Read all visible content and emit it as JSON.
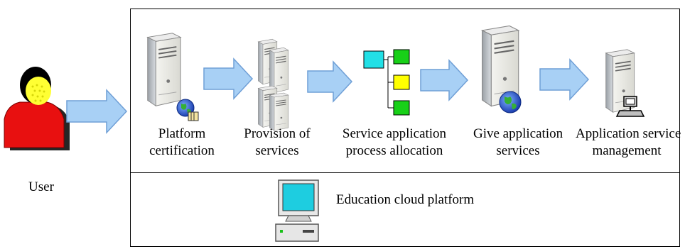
{
  "user": {
    "label": "User"
  },
  "steps": [
    {
      "line1": "Platform",
      "line2": "certification"
    },
    {
      "line1": "Provision of",
      "line2": "services"
    },
    {
      "line1": "Service application",
      "line2": "process allocation"
    },
    {
      "line1": "Give application",
      "line2": "services"
    },
    {
      "line1": "Application service",
      "line2": "management"
    }
  ],
  "platform": {
    "label": "Education cloud platform"
  },
  "colors": {
    "arrow_fill": "#a8d0f5",
    "arrow_stroke": "#6f9fd6",
    "user_shirt": "#e81010",
    "user_face": "#ffff33",
    "node_cyan": "#22e0e6",
    "node_green": "#18d018",
    "node_yellow": "#ffff00",
    "monitor_screen": "#1ecde0"
  },
  "icons": {
    "user": "user-icon",
    "server": "server-icon",
    "cluster": "server-cluster-icon",
    "flowchart": "flowchart-icon",
    "globe": "globe-icon",
    "computer": "desktop-computer-icon"
  }
}
